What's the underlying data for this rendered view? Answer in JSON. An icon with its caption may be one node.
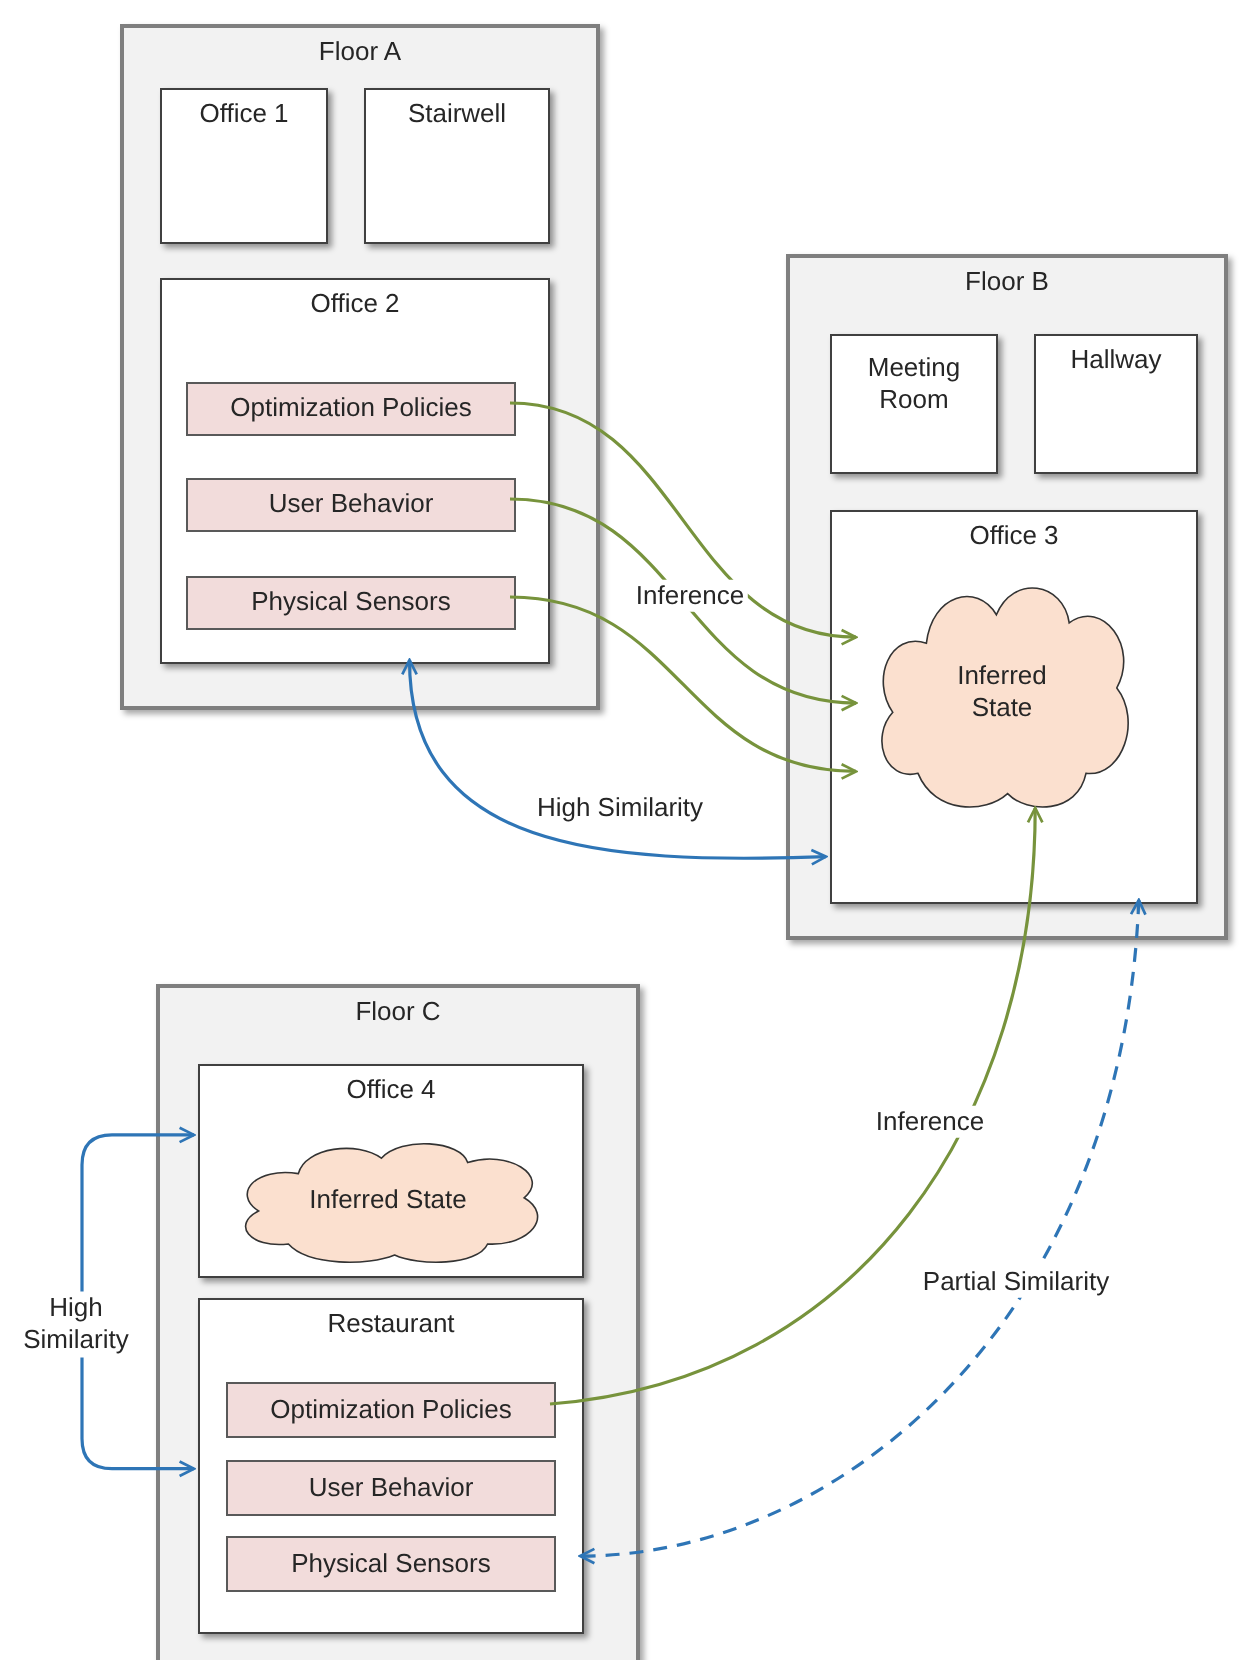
{
  "diagram": {
    "nodes": [
      {
        "text": [
          "Floor A"
        ]
      },
      {
        "text": [
          "Office 1"
        ],
        "in": 0
      },
      {
        "text": [
          "Stairwell"
        ],
        "in": 0
      },
      {
        "text": [
          "Office 2"
        ],
        "in": 0
      },
      {
        "text": [
          "Optimization Policies"
        ],
        "in": 3
      },
      {
        "text": [
          "User Behavior"
        ],
        "in": 3
      },
      {
        "text": [
          "Physical Sensors"
        ],
        "in": 3
      },
      {
        "text": [
          "Floor B"
        ]
      },
      {
        "text": [
          "Meeting Room"
        ],
        "in": 7
      },
      {
        "text": [
          "Hallway"
        ],
        "in": 7
      },
      {
        "text": [
          "Office 3"
        ],
        "in": 7
      },
      {
        "text": [
          "Inferred State"
        ],
        "in": 10
      },
      {
        "text": [
          "Floor C"
        ]
      },
      {
        "text": [
          "Office 4"
        ],
        "in": 12
      },
      {
        "text": [
          "Inferred State"
        ],
        "in": 13
      },
      {
        "text": [
          "Restaurant"
        ],
        "in": 12
      },
      {
        "text": [
          "Optimization Policies"
        ],
        "in": 15
      },
      {
        "text": [
          "User Behavior"
        ],
        "in": 15
      },
      {
        "text": [
          "Physical Sensors"
        ],
        "in": 15
      }
    ],
    "edges": [
      {
        "from": 4,
        "to": 11,
        "arrow": "to"
      },
      {
        "from": 5,
        "to": 11,
        "arrow": "to",
        "label": "Inference"
      },
      {
        "from": 6,
        "to": 11,
        "arrow": "to"
      },
      {
        "from": 3,
        "to": 10,
        "arrow": "both",
        "label": "High Similarity",
        "color": "#2e75b6"
      },
      {
        "from": 16,
        "to": 11,
        "arrow": "to",
        "label": "Inference"
      },
      {
        "from": 10,
        "to": 15,
        "arrow": "both",
        "label": "Partial Similarity",
        "style": "dashed",
        "color": "#2e75b6"
      },
      {
        "from": 13,
        "to": 15,
        "arrow": "both",
        "label": "High Similarity",
        "color": "#2e75b6"
      }
    ]
  }
}
